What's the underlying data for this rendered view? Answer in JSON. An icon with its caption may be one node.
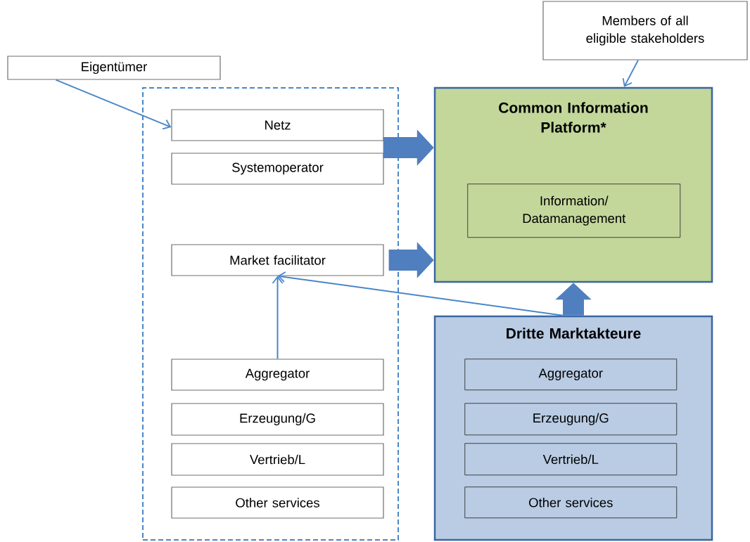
{
  "diagram": {
    "nodes": [
      {
        "text": [
          "Eigentümer"
        ]
      },
      {
        "text": [
          "Members of all eligible stakeholders"
        ]
      },
      {
        "text": [],
        "shape": "box"
      },
      {
        "text": [
          "Netz"
        ],
        "in": 2
      },
      {
        "text": [
          "Systemoperator"
        ],
        "in": 2
      },
      {
        "text": [
          "Market facilitator"
        ],
        "in": 2
      },
      {
        "text": [
          "Aggregator"
        ],
        "in": 2
      },
      {
        "text": [
          "Erzeugung/G"
        ],
        "in": 2
      },
      {
        "text": [
          "Vertrieb/L"
        ],
        "in": 2
      },
      {
        "text": [
          "Other services"
        ],
        "in": 2
      },
      {
        "text": [
          "Common Information Platform*"
        ]
      },
      {
        "text": [
          "Information/ Datamanagement"
        ],
        "in": 10
      },
      {
        "text": [
          "Dritte Marktakteure"
        ]
      },
      {
        "text": [
          "Aggregator"
        ],
        "in": 12
      },
      {
        "text": [
          "Erzeugung/G"
        ],
        "in": 12
      },
      {
        "text": [
          "Vertrieb/L"
        ],
        "in": 12
      },
      {
        "text": [
          "Other services"
        ],
        "in": 12
      }
    ],
    "edges": [
      {
        "from": 0,
        "to": 3,
        "arrow": "to"
      },
      {
        "from": 1,
        "to": 10,
        "arrow": "to"
      },
      {
        "from": 3,
        "to": 10,
        "arrow": "to",
        "style": "thick"
      },
      {
        "from": 4,
        "to": 10,
        "arrow": "to",
        "style": "thick"
      },
      {
        "from": 5,
        "to": 10,
        "arrow": "to",
        "style": "thick"
      },
      {
        "from": 12,
        "to": 10,
        "arrow": "to",
        "style": "thick"
      },
      {
        "from": 6,
        "to": 5,
        "arrow": "to"
      },
      {
        "from": 12,
        "to": 5,
        "arrow": "to"
      }
    ]
  }
}
